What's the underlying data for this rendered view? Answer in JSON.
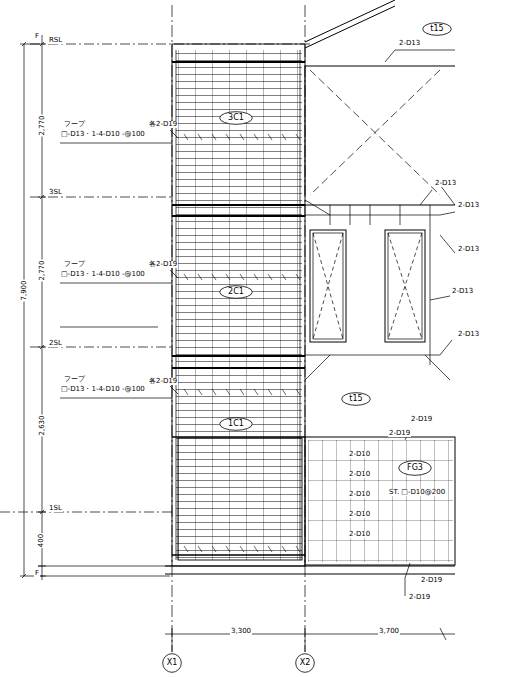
{
  "diagram": {
    "nodes": [
      {
        "text": [
          "t15"
        ]
      },
      {
        "text": [
          "3C1"
        ]
      },
      {
        "text": [
          "2C1"
        ]
      },
      {
        "text": [
          "t15"
        ]
      },
      {
        "text": [
          "1C1"
        ]
      },
      {
        "text": [
          "FG3"
        ]
      },
      {
        "text": [
          "X1"
        ]
      },
      {
        "text": [
          "X2"
        ]
      }
    ],
    "labels": [
      "2-D13",
      "RSL",
      "フープ",
      "□-D13・1-4-D10 -@100",
      "各2-D19",
      "2-D13",
      "3SL",
      "2-D13",
      "2-D13",
      "フープ",
      "□-D13・1-4-D10 -@100",
      "各2-D19",
      "2-D13",
      "2-D13",
      "2SL",
      "フープ",
      "□-D13・1-4-D10 -@100",
      "各2-D19",
      "2-D19",
      "2-D19",
      "2-D10",
      "2-D10",
      "2-D10",
      "2-D10",
      "2-D10",
      "ST. □-D10@200",
      "1SL",
      "2-D19",
      "2-D19",
      "F",
      "F",
      "2,770",
      "2,770",
      "2,630",
      "7,900",
      "400",
      "3,300",
      "3,700"
    ]
  }
}
